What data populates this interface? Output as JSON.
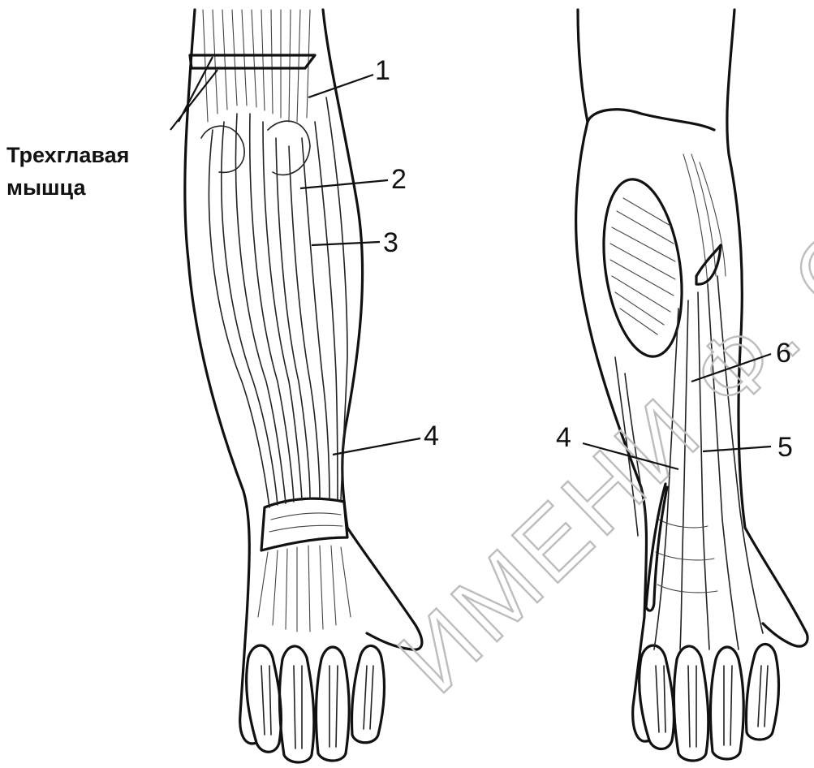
{
  "side_label": {
    "line1": "Трехглавая",
    "line2": "мышца"
  },
  "labels": {
    "n1": "1",
    "n2": "2",
    "n3": "3",
    "n4_left": "4",
    "n4_right": "4",
    "n5": "5",
    "n6": "6"
  },
  "watermark": "ИМЕНИ Ф. СКОР"
}
